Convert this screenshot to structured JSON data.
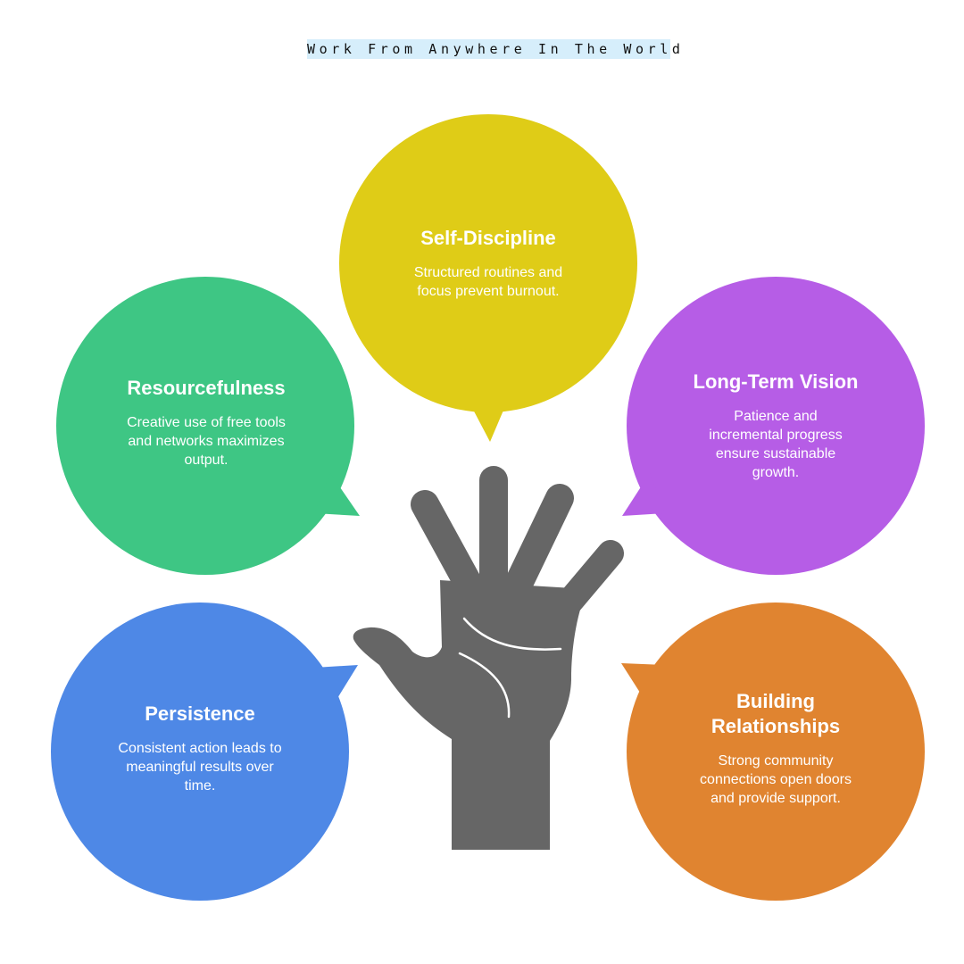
{
  "title": "Work From Anywhere In The World",
  "colors": {
    "self_discipline": "#dfcc17",
    "resourcefulness": "#3ec684",
    "long_term_vision": "#b65de6",
    "persistence": "#4e88e6",
    "building_relationships": "#e08430",
    "hand": "#666666",
    "hand_lines": "#ffffff",
    "title_highlight": "#d6eefb"
  },
  "icons": {
    "center": "raised-hand-icon"
  },
  "bubbles": {
    "self_discipline": {
      "title": "Self-Discipline",
      "description": "Structured routines and focus prevent burnout."
    },
    "resourcefulness": {
      "title": "Resourcefulness",
      "description": "Creative use of free tools and networks maximizes output."
    },
    "long_term_vision": {
      "title": "Long-Term Vision",
      "description": "Patience and incremental progress ensure sustainable growth."
    },
    "persistence": {
      "title": "Persistence",
      "description": "Consistent action leads to meaningful results over time."
    },
    "building_relationships": {
      "title": "Building Relationships",
      "description": "Strong community connections open doors and provide support."
    }
  }
}
